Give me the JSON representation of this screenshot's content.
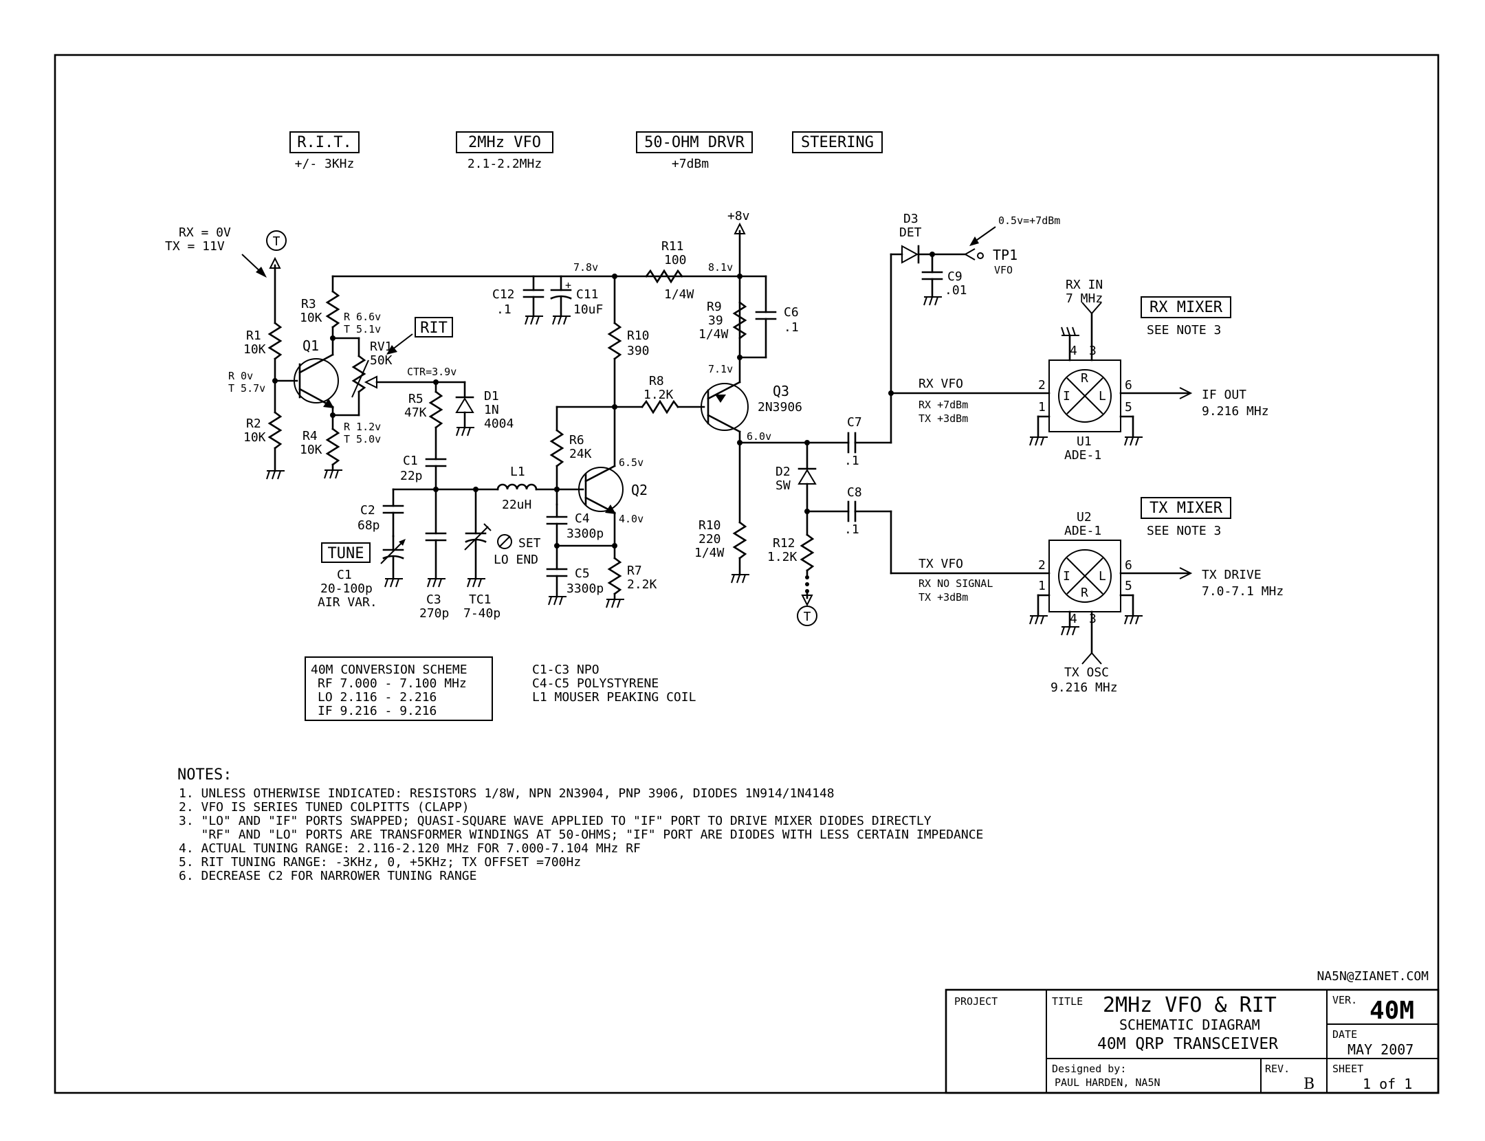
{
  "headers": [
    {
      "title": "R.I.T.",
      "sub": "+/- 3KHz"
    },
    {
      "title": "2MHz VFO",
      "sub": "2.1-2.2MHz"
    },
    {
      "title": "50-OHM DRVR",
      "sub": "+7dBm"
    },
    {
      "title": "STEERING",
      "sub": ""
    }
  ],
  "rit_ctrl": {
    "rx": "RX = 0V",
    "tx": "TX = 11V",
    "t_symbol": "T"
  },
  "components": {
    "r1": {
      "ref": "R1",
      "val": "10K"
    },
    "r2": {
      "ref": "R2",
      "val": "10K"
    },
    "r3": {
      "ref": "R3",
      "val": "10K"
    },
    "r4": {
      "ref": "R4",
      "val": "10K"
    },
    "r5": {
      "ref": "R5",
      "val": "47K"
    },
    "r6": {
      "ref": "R6",
      "val": "24K"
    },
    "r7": {
      "ref": "R7",
      "val": "2.2K"
    },
    "r8": {
      "ref": "R8",
      "val": "1.2K"
    },
    "r9": {
      "ref": "R9",
      "val": "39",
      "watt": "1/4W"
    },
    "r10a": {
      "ref": "R10",
      "val": "390"
    },
    "r10b": {
      "ref": "R10",
      "val": "220",
      "watt": "1/4W"
    },
    "r11": {
      "ref": "R11",
      "val": "100",
      "watt": "1/4W"
    },
    "r12": {
      "ref": "R12",
      "val": "1.2K"
    },
    "rv1": {
      "ref": "RV1",
      "val": "50K",
      "tag": "RIT",
      "ctr": "CTR=3.9v"
    },
    "c1a": {
      "ref": "C1",
      "val": "22p"
    },
    "c2": {
      "ref": "C2",
      "val": "68p"
    },
    "c1b": {
      "ref": "C1",
      "val": "20-100p",
      "extra": "AIR VAR.",
      "tag": "TUNE"
    },
    "c3": {
      "ref": "C3",
      "val": "270p"
    },
    "tc1": {
      "ref": "TC1",
      "val": "7-40p",
      "set": "SET",
      "loend": "LO END"
    },
    "c4": {
      "ref": "C4",
      "val": "3300p"
    },
    "c5": {
      "ref": "C5",
      "val": "3300p"
    },
    "c6": {
      "ref": "C6",
      "val": ".1"
    },
    "c7": {
      "ref": "C7",
      "val": ".1"
    },
    "c8": {
      "ref": "C8",
      "val": ".1"
    },
    "c9": {
      "ref": "C9",
      "val": ".01"
    },
    "c11": {
      "ref": "C11",
      "val": "10uF"
    },
    "c12": {
      "ref": "C12",
      "val": ".1"
    },
    "l1": {
      "ref": "L1",
      "val": "22uH"
    },
    "d1": {
      "ref": "D1",
      "val": "1N",
      "val2": "4004"
    },
    "d2": {
      "ref": "D2",
      "val": "SW"
    },
    "d3": {
      "ref": "D3",
      "val": "DET"
    },
    "q1": {
      "ref": "Q1"
    },
    "q2": {
      "ref": "Q2"
    },
    "q3": {
      "ref": "Q3",
      "val": "2N3906"
    },
    "tp1": {
      "ref": "TP1",
      "val": "VFO",
      "note": "0.5v=+7dBm"
    }
  },
  "voltages": {
    "v78": "7.8v",
    "v81": "8.1v",
    "v8": "+8v",
    "v71": "7.1v",
    "v60": "6.0v",
    "v65": "6.5v",
    "v40": "4.0v",
    "r3r": "R 6.6v",
    "r3t": "T 5.1v",
    "q1r": "R 0v",
    "q1t": "T 5.7v",
    "r4r": "R 1.2v",
    "r4t": "T 5.0v"
  },
  "mixers": {
    "rx": {
      "title": "RX MIXER",
      "see": "SEE NOTE 3",
      "u": "U1",
      "part": "ADE-1",
      "in": "RX IN",
      "in_f": "7 MHz",
      "out": "IF OUT",
      "out_f": "9.216 MHz",
      "vfo": "RX VFO",
      "l1": "RX +7dBm",
      "l2": "TX +3dBm"
    },
    "tx": {
      "title": "TX MIXER",
      "see": "SEE NOTE 3",
      "u": "U2",
      "part": "ADE-1",
      "out": "TX DRIVE",
      "out_f": "7.0-7.1 MHz",
      "osc": "TX OSC",
      "osc_f": "9.216 MHz",
      "vfo": "TX VFO",
      "l1": "RX NO SIGNAL",
      "l2": "TX +3dBm"
    },
    "ports": {
      "p1": "1",
      "p2": "2",
      "p3": "3",
      "p4": "4",
      "p5": "5",
      "p6": "6",
      "r": "R",
      "i": "I",
      "l": "L"
    }
  },
  "scheme": {
    "title": "40M CONVERSION SCHEME",
    "rows": [
      "RF 7.000 - 7.100 MHz",
      "LO 2.116 - 2.216",
      "IF 9.216 - 9.216"
    ]
  },
  "parts_notes": [
    "C1-C3 NPO",
    "C4-C5 POLYSTYRENE",
    "L1 MOUSER PEAKING COIL"
  ],
  "notes_title": "NOTES:",
  "notes": [
    "1. UNLESS OTHERWISE INDICATED: RESISTORS 1/8W, NPN 2N3904, PNP 3906, DIODES 1N914/1N4148",
    "2. VFO IS SERIES TUNED COLPITTS (CLAPP)",
    "3. \"LO\" AND \"IF\" PORTS SWAPPED; QUASI-SQUARE WAVE APPLIED TO \"IF\" PORT TO DRIVE MIXER DIODES DIRECTLY",
    "   \"RF\" AND \"LO\" PORTS ARE TRANSFORMER WINDINGS AT 50-OHMS; \"IF\" PORT ARE DIODES WITH LESS CERTAIN IMPEDANCE",
    "4. ACTUAL TUNING RANGE: 2.116-2.120 MHz FOR 7.000-7.104 MHz RF",
    "5. RIT TUNING RANGE: -3KHz, 0, +5KHz; TX OFFSET =700Hz",
    "6. DECREASE C2 FOR NARROWER TUNING RANGE"
  ],
  "title_block": {
    "email": "NA5N@ZIANET.COM",
    "project_label": "PROJECT",
    "title_label": "TITLE",
    "title": "2MHz VFO & RIT",
    "sub1": "SCHEMATIC DIAGRAM",
    "sub2": "40M QRP TRANSCEIVER",
    "ver_label": "VER.",
    "ver": "40M",
    "date_label": "DATE",
    "date": "MAY 2007",
    "designed_label": "Designed by:",
    "designer": "PAUL HARDEN, NA5N",
    "rev_label": "REV.",
    "rev": "B",
    "sheet_label": "SHEET",
    "sheet": "1 of 1"
  }
}
